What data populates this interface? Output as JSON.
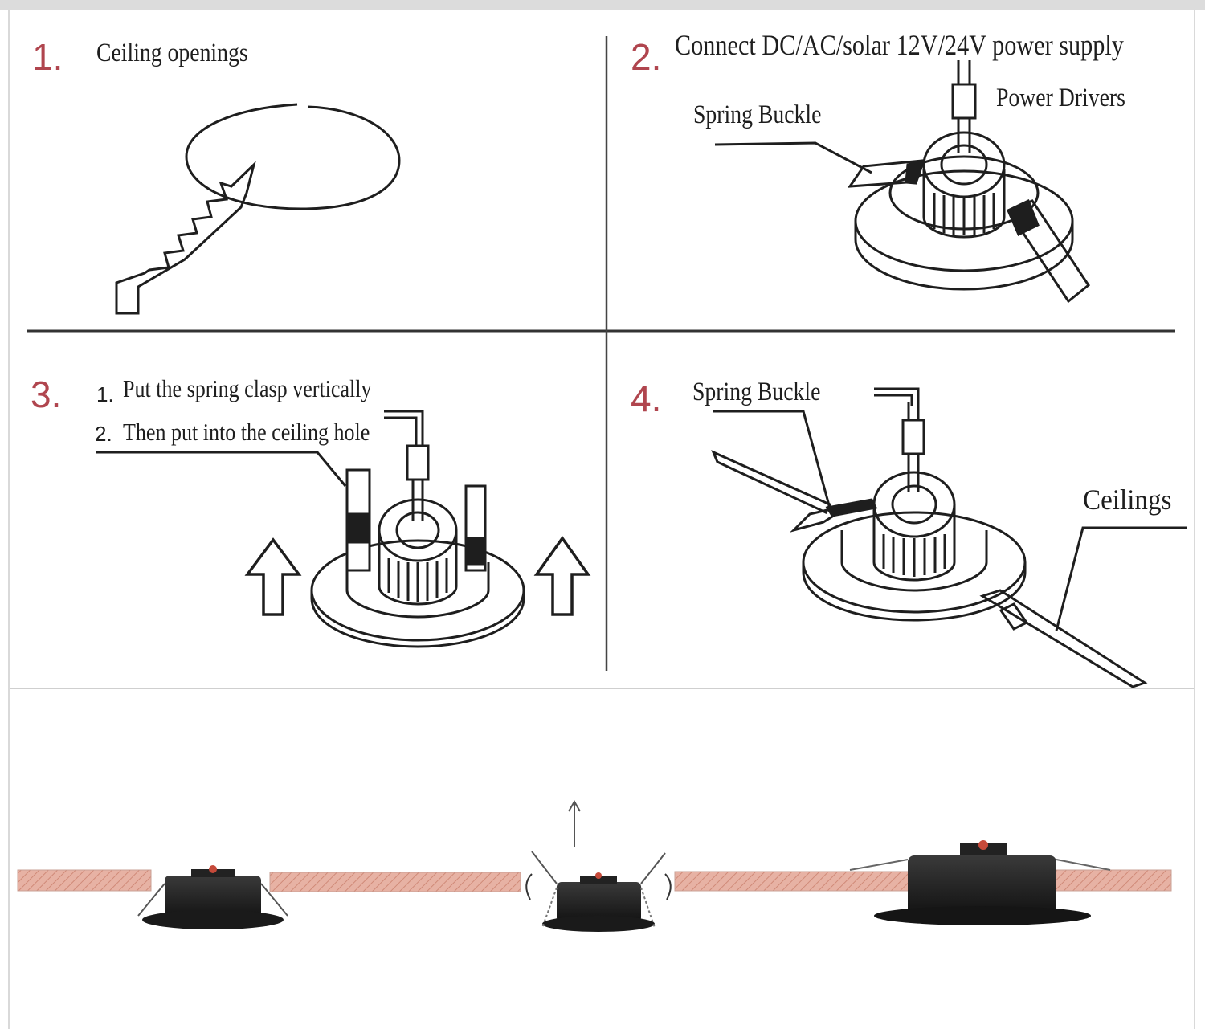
{
  "steps": [
    {
      "number": "1.",
      "title": "Ceiling openings"
    },
    {
      "number": "2.",
      "title": "Connect DC/AC/solar 12V/24V power supply",
      "label_spring": "Spring Buckle",
      "label_driver": "Power Drivers"
    },
    {
      "number": "3.",
      "line1_num": "1.",
      "line1": "Put the spring clasp vertically",
      "line2_num": "2.",
      "line2": "Then put into the ceiling hole"
    },
    {
      "number": "4.",
      "label_spring": "Spring Buckle",
      "label_ceiling": "Ceilings"
    }
  ],
  "colors": {
    "step_number": "#b0454e",
    "ceiling_board": "#e2a899",
    "fixture": "#1f1f1f",
    "line": "#2b2b2b"
  },
  "icons": [
    "saw-icon",
    "downlight-icon",
    "arrow-up-icon"
  ]
}
